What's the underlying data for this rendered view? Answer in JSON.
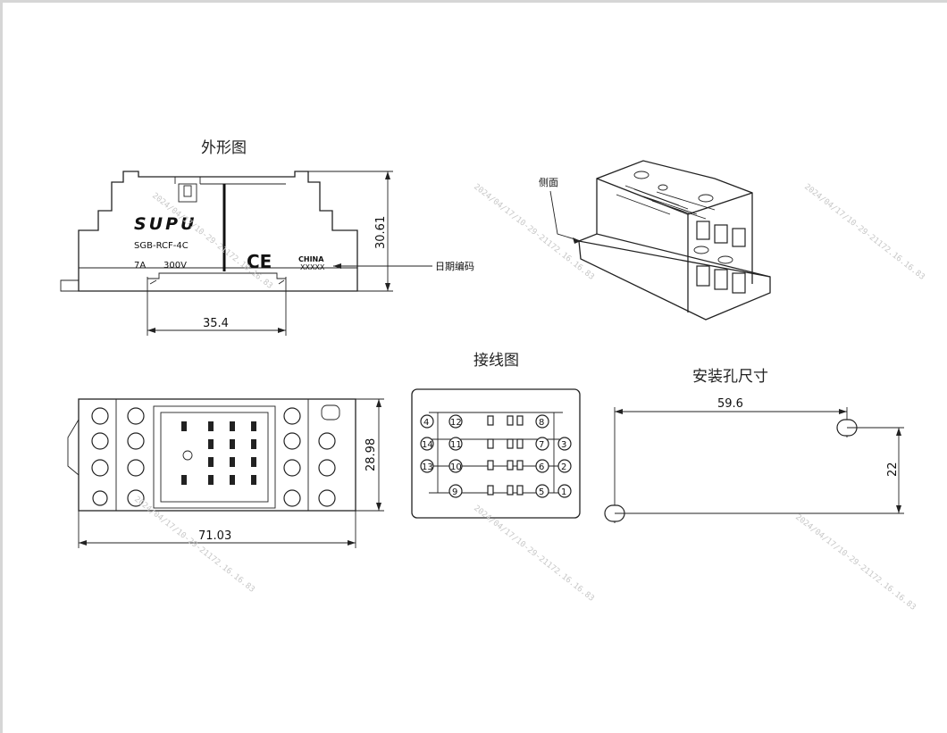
{
  "sections": {
    "outline_title": "外形图",
    "wiring_title": "接线图",
    "mount_title": "安装孔尺寸"
  },
  "labels": {
    "side_view": "侧面",
    "date_code": "日期编码"
  },
  "product": {
    "brand": "SUPU",
    "model": "SGB-RCF-4C",
    "current": "7A",
    "voltage": "300V",
    "ce_mark": "CE",
    "origin": "CHINA",
    "date_placeholder": "XXXXX"
  },
  "dimensions": {
    "width_front": "35.4",
    "height_front": "30.61",
    "length_top": "71.03",
    "width_top": "28.98",
    "hole_spacing_x": "59.6",
    "hole_spacing_y": "22"
  },
  "wiring_pins": [
    "4",
    "12",
    "8",
    "14",
    "11",
    "7",
    "3",
    "13",
    "10",
    "6",
    "2",
    "9",
    "5",
    "1"
  ],
  "watermark": "2024/04/17/10-29-21172.16.16.83"
}
